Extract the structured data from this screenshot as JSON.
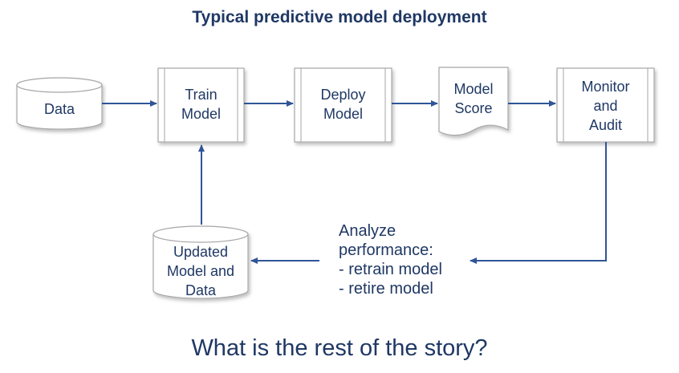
{
  "title": "Typical predictive model deployment",
  "subtitle": "What is the rest of the story?",
  "nodes": {
    "data": {
      "lines": [
        "Data"
      ]
    },
    "train": {
      "lines": [
        "Train",
        "Model"
      ]
    },
    "deploy": {
      "lines": [
        "Deploy",
        "Model"
      ]
    },
    "score": {
      "lines": [
        "Model",
        "Score"
      ]
    },
    "monitor": {
      "lines": [
        "Monitor",
        "and",
        "Audit"
      ]
    },
    "updated": {
      "lines": [
        "Updated",
        "Model and",
        "Data"
      ]
    }
  },
  "analyze": {
    "lines": [
      "Analyze",
      "performance:",
      "- retrain model",
      "- retire model"
    ]
  },
  "colors": {
    "text": "#1f3864",
    "arrow": "#2f5597",
    "shape_stroke": "#a6a6a6",
    "shape_fill": "#ffffff"
  }
}
